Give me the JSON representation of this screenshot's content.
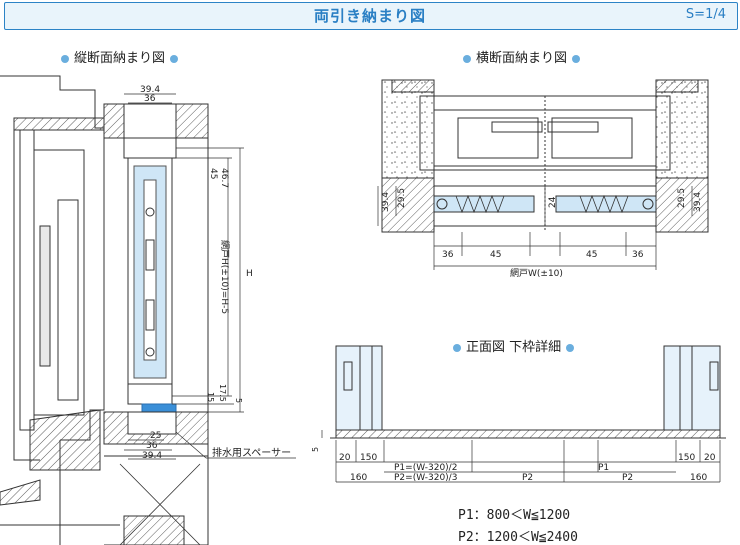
{
  "header": {
    "title": "両引き納まり図",
    "scale": "S=1/4"
  },
  "sections": {
    "vertical": "縦断面納まり図",
    "horizontal": "横断面納まり図",
    "front": "正面図  下枠詳細"
  },
  "vertical_dims": {
    "top_outer": "39.4",
    "top_inner": "36",
    "right_1": "46.7",
    "right_2": "45",
    "screen_h": "網戸H(±10)=H-5",
    "total_h": "H",
    "bottom_1": "17.5",
    "bottom_2": "15",
    "bottom_3": "5",
    "bot_a": "25",
    "bot_b": "36",
    "bot_c": "39.4",
    "spacer": "排水用スペーサー"
  },
  "horizontal_dims": {
    "left_outer": "39.4",
    "left_inner": "29.5",
    "center": "24",
    "right_inner": "29.5",
    "right_outer": "39.4",
    "bottom_36a": "36",
    "bottom_45a": "45",
    "bottom_45b": "45",
    "bottom_36b": "36",
    "screen_w": "網戸W(±10)"
  },
  "front_dims": {
    "left_5": "5",
    "seg_20a": "20",
    "seg_150a": "150",
    "seg_150b": "150",
    "seg_20b": "20",
    "p1_a": "P1=(W-320)/2",
    "p2_a": "P2=(W-320)/3",
    "p2_b": "P2",
    "p1_b": "P1",
    "p2_c": "P2",
    "left_160": "160",
    "right_160": "160"
  },
  "formulas": {
    "p1": "P1：800＜W≦1200",
    "p2": "P2：1200＜W≦2400"
  },
  "colors": {
    "accent": "#2a7fc4",
    "glass": "#cfe6f6",
    "spacer": "#3a8fd8"
  }
}
